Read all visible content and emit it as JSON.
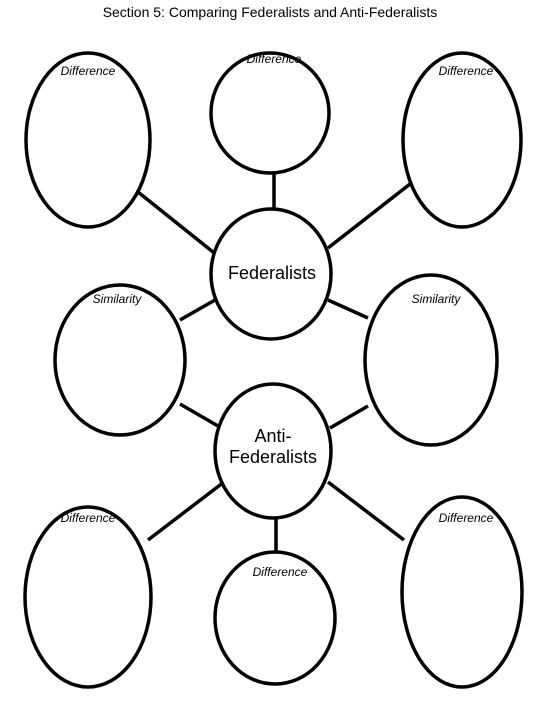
{
  "title": "Section 5:  Comparing Federalists and Anti-Federalists",
  "center_top": "Federalists",
  "center_bottom": [
    "Anti-",
    "Federalists"
  ],
  "difference_label": "Difference",
  "similarity_label": "Similarity"
}
